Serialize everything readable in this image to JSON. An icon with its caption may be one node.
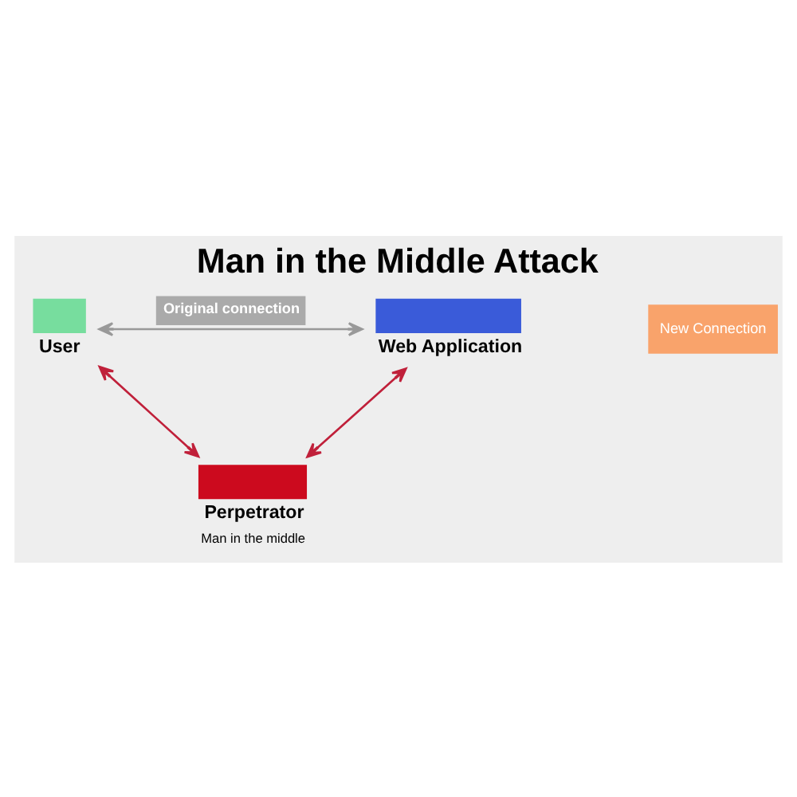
{
  "diagram": {
    "title": "Man in the Middle Attack",
    "nodes": [
      {
        "text": [
          "User"
        ]
      },
      {
        "text": [
          "Web Application"
        ]
      },
      {
        "text": [
          "Perpetrator"
        ],
        "beside": [
          "Man in the middle"
        ]
      }
    ],
    "edges": [
      {
        "from": 0,
        "to": 1,
        "arrow": "both",
        "label": "Original connection",
        "color": "#999999"
      },
      {
        "from": 0,
        "to": 2,
        "arrow": "both"
      },
      {
        "from": 2,
        "to": 1,
        "arrow": "both"
      }
    ],
    "labels": [
      "New Connection"
    ]
  }
}
